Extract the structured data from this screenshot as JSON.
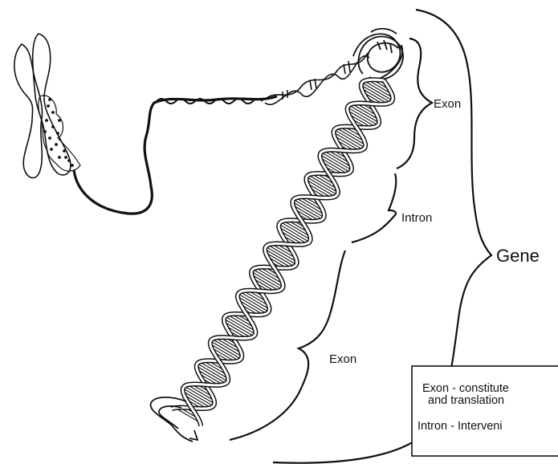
{
  "labels": {
    "exon_top": "Exon",
    "intron": "Intron",
    "exon_bottom": "Exon",
    "gene": "Gene"
  },
  "legend": {
    "exon_line1": "Exon - constitute",
    "exon_line2": "and translation",
    "intron_line": "Intron - Interveni"
  },
  "colors": {
    "ink": "#111111",
    "paper": "#ffffff"
  }
}
